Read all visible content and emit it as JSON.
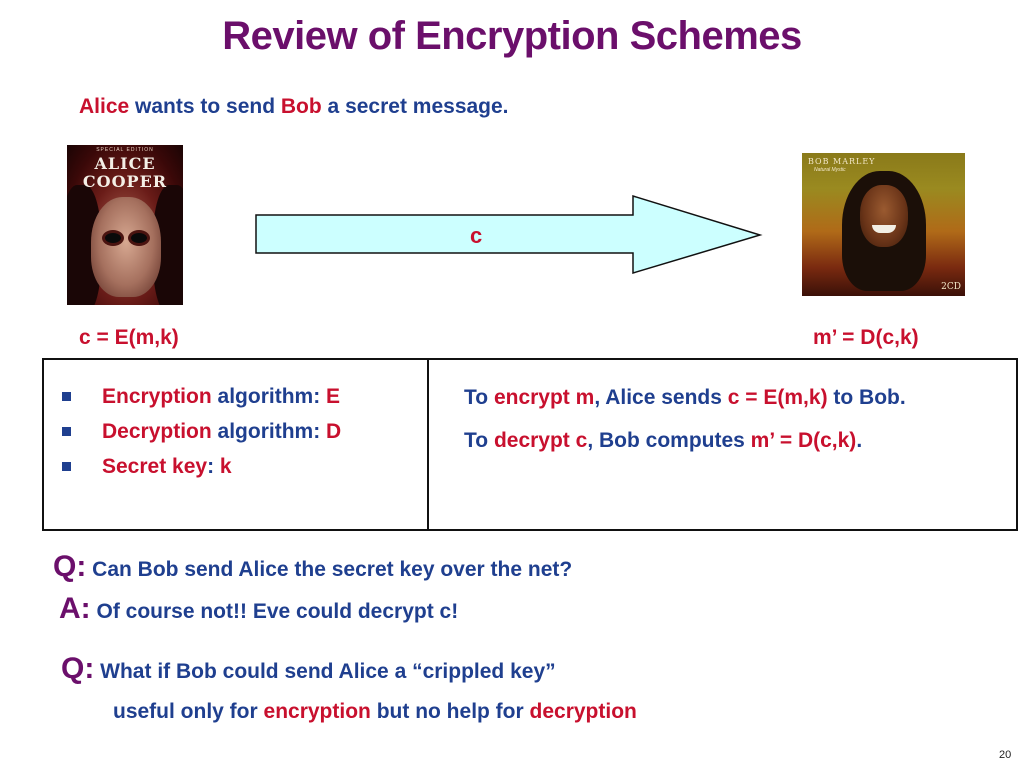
{
  "title": "Review of Encryption Schemes",
  "intro": {
    "alice": "Alice",
    "wants": " wants to send ",
    "bob": "Bob",
    "rest": " a secret message."
  },
  "alice_cover": {
    "top_strip": "SPECIAL EDITION",
    "name_line1": "ALICE",
    "name_line2": "COOPER"
  },
  "bob_cover": {
    "name": "BOB MARLEY",
    "sub": "Natural Mystic",
    "badge": "2CD"
  },
  "arrow_label": "c",
  "encrypt_formula": "c = E(m,k)",
  "decrypt_formula": "m’ = D(c,k)",
  "box": {
    "list": [
      {
        "term": "Encryption",
        "mid": " algorithm: ",
        "value": "E"
      },
      {
        "term": "Decryption",
        "mid": " algorithm: ",
        "value": "D"
      },
      {
        "term": "Secret key",
        "mid": ": ",
        "value": "k"
      }
    ],
    "encrypt_line": {
      "p1": "To ",
      "p2": "encrypt m",
      "p3": ", Alice sends ",
      "p4": "c = E(m,k)",
      "p5": " to Bob."
    },
    "decrypt_line": {
      "p1": "To ",
      "p2": "decrypt c",
      "p3": ", Bob computes ",
      "p4": "m’ = D(c,k)",
      "p5": "."
    }
  },
  "qa": {
    "q1_label": "Q:",
    "q1_text": " Can Bob send Alice the secret key over the net?",
    "a1_label": "A:",
    "a1_text": " Of course not!!  Eve could decrypt c!",
    "q2_label": "Q:",
    "q2_text": " What if Bob could send Alice a “crippled key”",
    "q2_cont": {
      "p1": "useful only for ",
      "p2": "encryption",
      "p3": " but no help for ",
      "p4": "decryption"
    }
  },
  "page_number": "20",
  "colors": {
    "title": "#6b0f6b",
    "red": "#c8102e",
    "blue": "#1f3f8f",
    "arrow_fill": "#ccffff"
  }
}
